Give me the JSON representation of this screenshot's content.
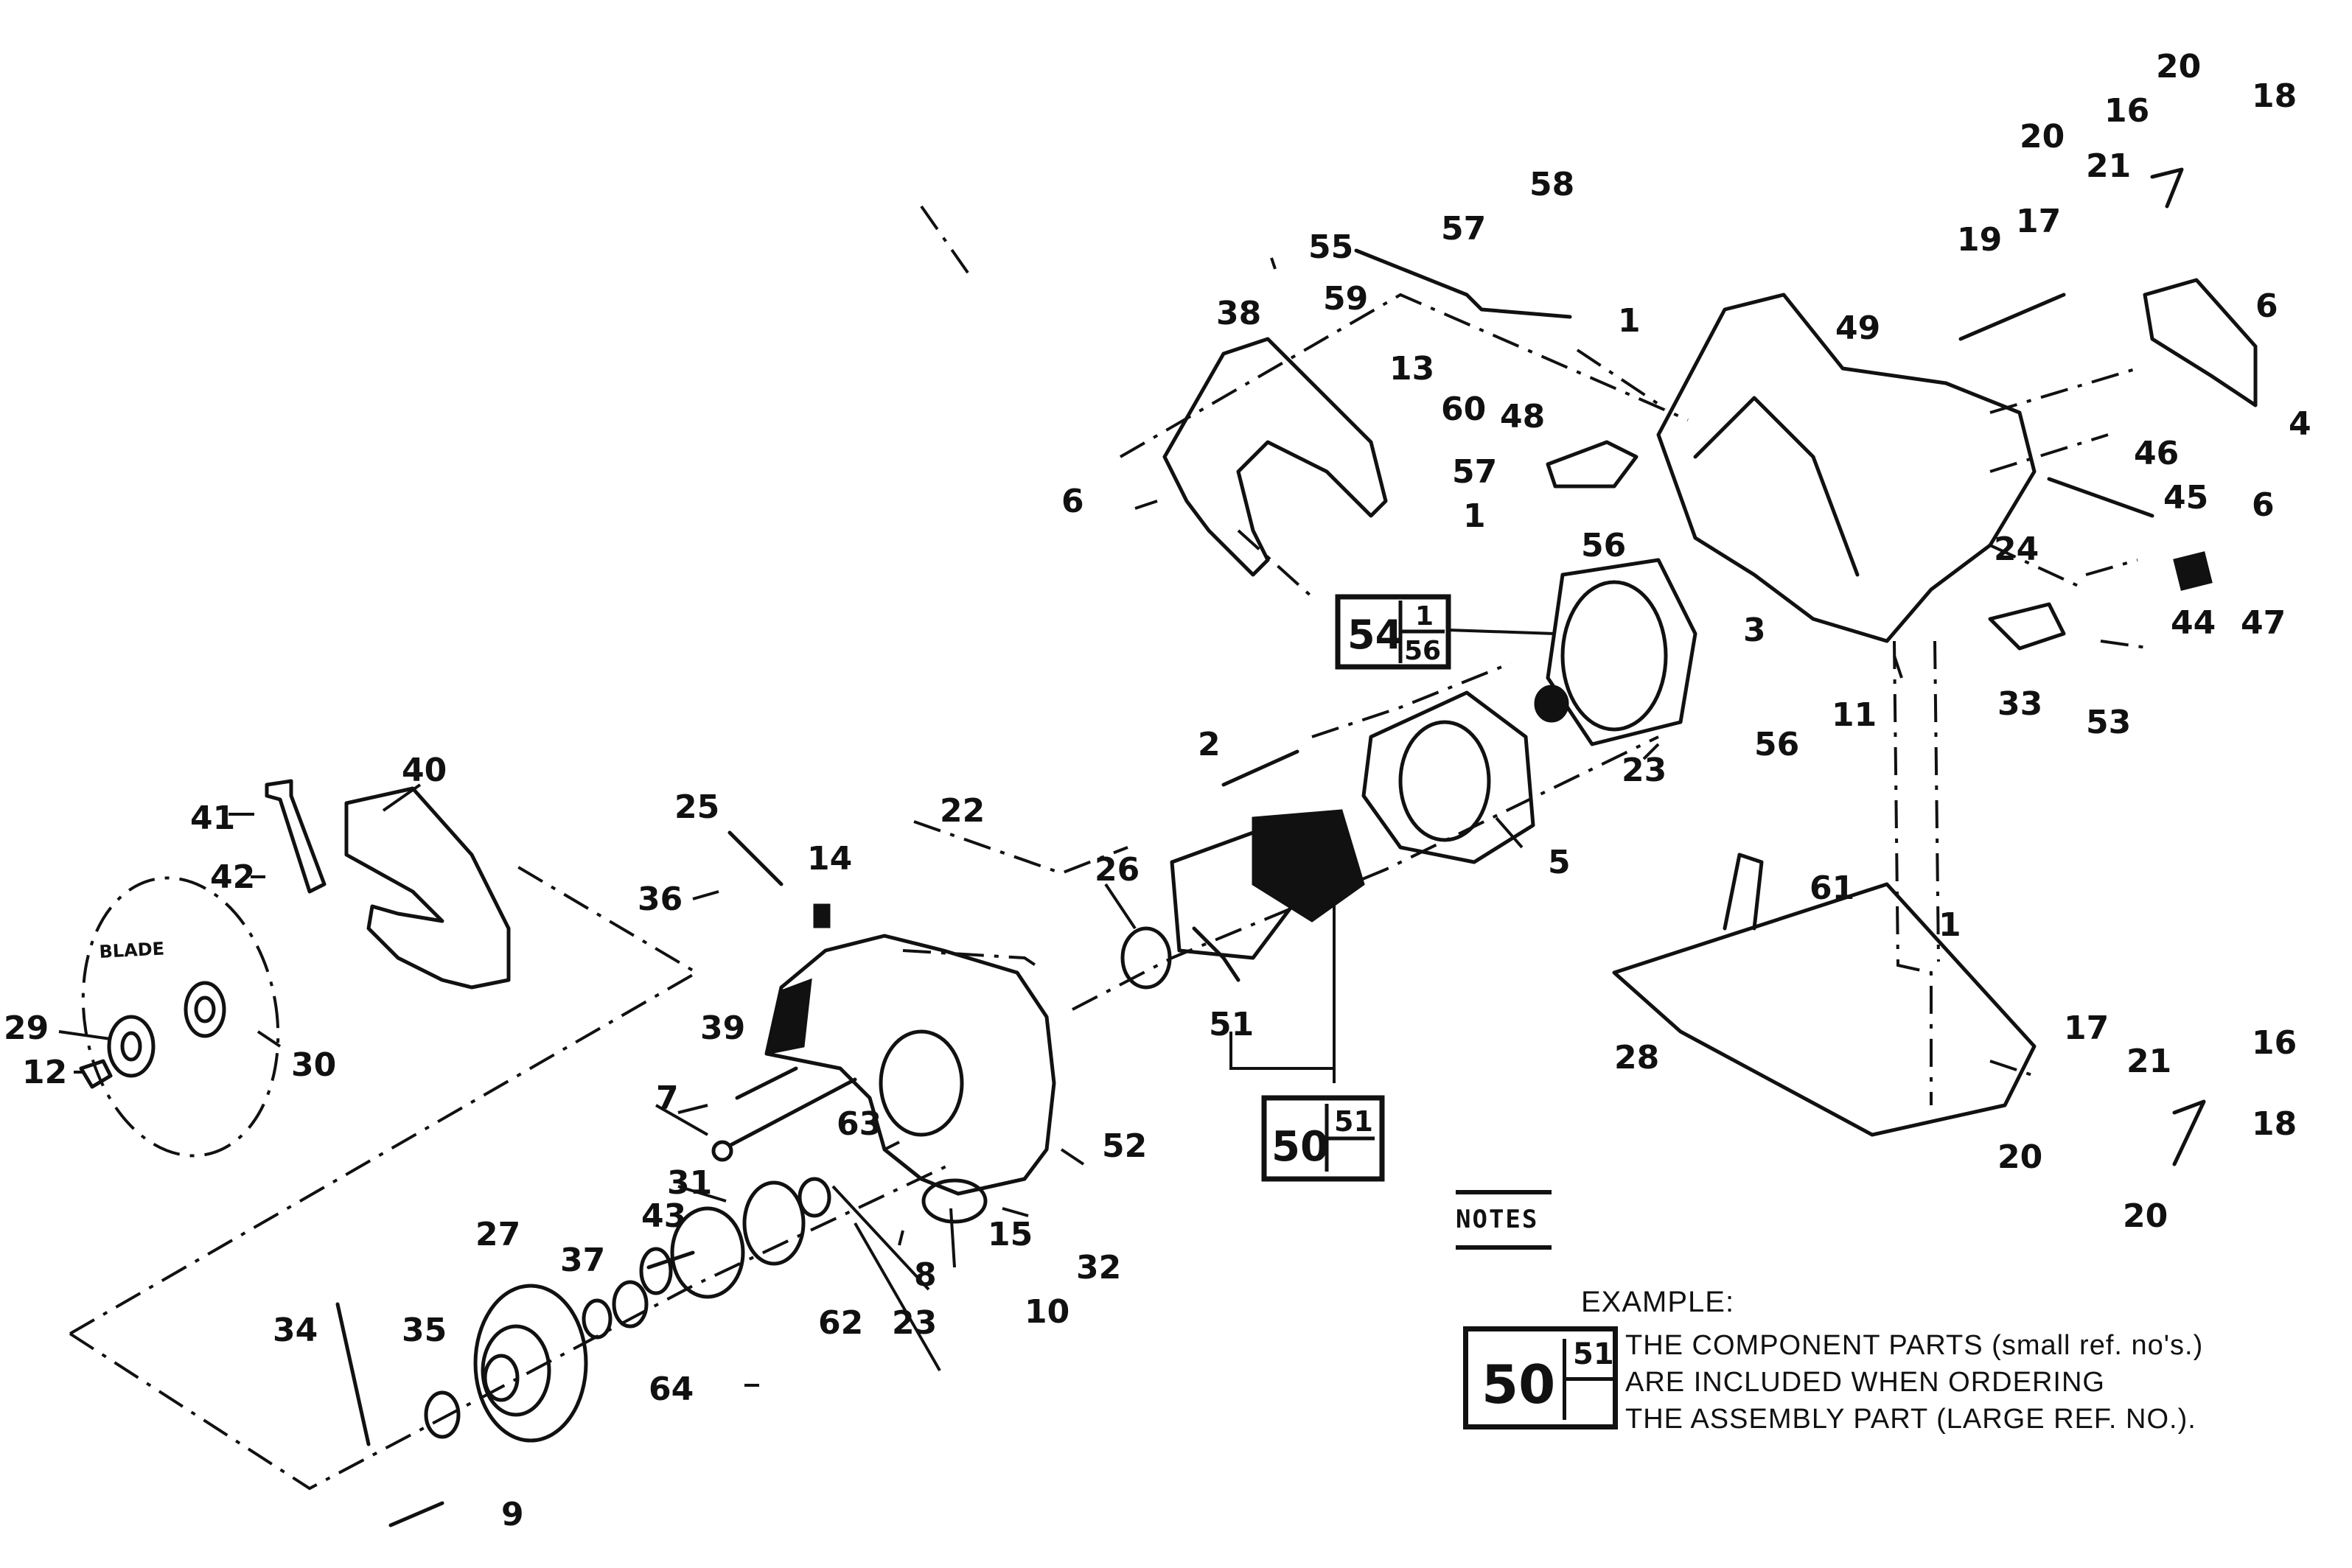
{
  "diagram": {
    "labels": [
      "1",
      "1",
      "1",
      "2",
      "3",
      "4",
      "5",
      "6",
      "6",
      "6",
      "7",
      "8",
      "9",
      "10",
      "11",
      "12",
      "13",
      "14",
      "15",
      "16",
      "16",
      "17",
      "17",
      "18",
      "18",
      "19",
      "20",
      "20",
      "20",
      "20",
      "21",
      "21",
      "22",
      "23",
      "23",
      "24",
      "25",
      "26",
      "27",
      "28",
      "29",
      "30",
      "31",
      "32",
      "33",
      "34",
      "35",
      "36",
      "37",
      "38",
      "39",
      "40",
      "41",
      "42",
      "43",
      "44",
      "45",
      "46",
      "47",
      "48",
      "49",
      "51",
      "52",
      "53",
      "55",
      "56",
      "56",
      "57",
      "57",
      "58",
      "59",
      "60",
      "61",
      "62",
      "63",
      "64"
    ],
    "blade_text": "BLADE",
    "assembly_box_54": {
      "big": "54",
      "small_top": "1",
      "small_bottom": "56"
    },
    "assembly_box_50": {
      "big": "50",
      "small": "51"
    }
  },
  "notes": {
    "title": "NOTES",
    "example_label": "EXAMPLE:",
    "example_box": {
      "big": "50",
      "small": "51"
    },
    "lines": [
      "THE COMPONENT PARTS (small ref. no's.)",
      "ARE INCLUDED WHEN ORDERING",
      "THE ASSEMBLY PART (LARGE REF. NO.)."
    ]
  }
}
